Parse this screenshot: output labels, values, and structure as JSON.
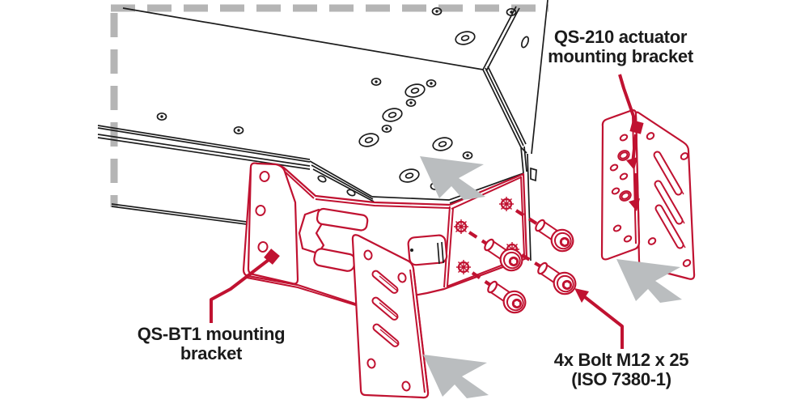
{
  "figure": {
    "kind": "exploded-assembly-diagram"
  },
  "labels": {
    "qs210": {
      "line1": "QS-210 actuator",
      "line2": "mounting bracket"
    },
    "qsbt1": {
      "line1": "QS-BT1 mounting",
      "line2": "bracket"
    },
    "bolts": {
      "line1": "4x Bolt M12 x 25",
      "line2": "(ISO 7380-1)"
    }
  },
  "annotations": {
    "assembly_direction_arrows": {
      "icon": "direction-arrow",
      "count": 3,
      "direction": "up-left"
    },
    "bolt_axes": {
      "style": "dashed",
      "count": 4
    }
  },
  "colors": {
    "accent_red": "#c01231",
    "line_black": "#1c1c1c",
    "guide_gray": "#b5b5b5",
    "arrow_gray": "#babdbf",
    "label_text": "#1b1b1b",
    "background": "#ffffff"
  }
}
